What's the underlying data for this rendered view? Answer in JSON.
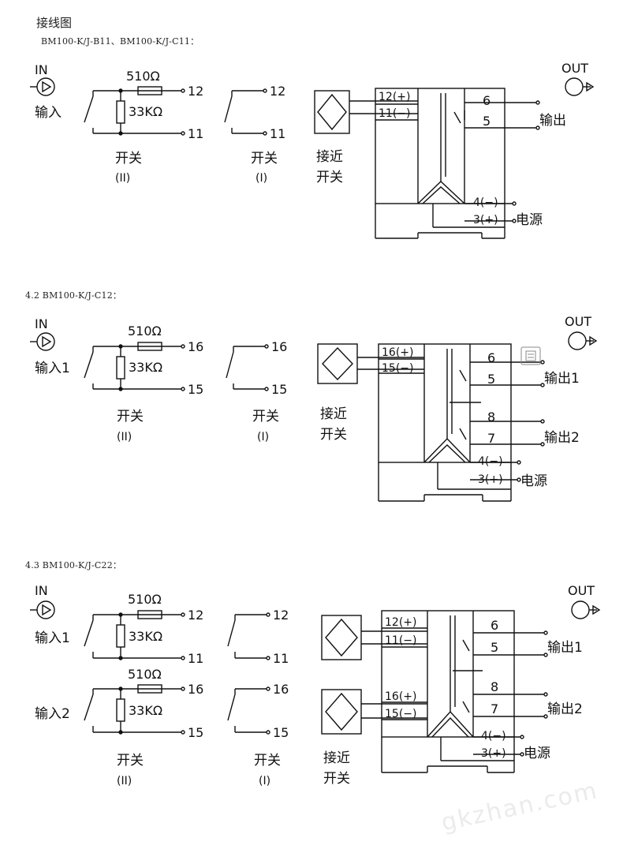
{
  "page_title": "接线图",
  "watermark": "gkzhan.com",
  "diagrams": [
    {
      "heading": "BM100-K/J-B11、BM100-K/J-C11：",
      "in_label": "IN",
      "out_label": "OUT",
      "input_label": "输入",
      "resistor_top": "510Ω",
      "resistor_mid": "33KΩ",
      "term_pos": "12",
      "term_neg": "11",
      "switch2_label": "开关",
      "switch2_sub": "(II)",
      "switch1_label": "开关",
      "switch1_sub": "(I)",
      "prox_label_1": "接近",
      "prox_label_2": "开关",
      "mod_in_pos": "12(+)",
      "mod_in_neg": "11(−)",
      "out_a": "6",
      "out_b": "5",
      "output_label": "输出",
      "pwr_neg": "4(−)",
      "pwr_pos": "3(+)",
      "power_label": "电源"
    },
    {
      "heading": "4.2 BM100-K/J-C12：",
      "in_label": "IN",
      "out_label": "OUT",
      "input_label": "输入1",
      "resistor_top": "510Ω",
      "resistor_mid": "33KΩ",
      "term_pos": "16",
      "term_neg": "15",
      "switch2_label": "开关",
      "switch2_sub": "(II)",
      "switch1_label": "开关",
      "switch1_sub": "(I)",
      "prox_label_1": "接近",
      "prox_label_2": "开关",
      "mod_in_pos": "16(+)",
      "mod_in_neg": "15(−)",
      "out1_a": "6",
      "out1_b": "5",
      "output1_label": "输出1",
      "out2_a": "8",
      "out2_b": "7",
      "output2_label": "输出2",
      "pwr_neg": "4(−)",
      "pwr_pos": "3(+)",
      "power_label": "电源"
    },
    {
      "heading": "4.3 BM100-K/J-C22：",
      "in_label": "IN",
      "out_label": "OUT",
      "input1_label": "输入1",
      "input2_label": "输入2",
      "resistor_top": "510Ω",
      "resistor_mid": "33KΩ",
      "term1_pos": "12",
      "term1_neg": "11",
      "term2_pos": "16",
      "term2_neg": "15",
      "switch2_label": "开关",
      "switch2_sub": "(II)",
      "switch1_label": "开关",
      "switch1_sub": "(I)",
      "prox_label_1": "接近",
      "prox_label_2": "开关",
      "mod_in1_pos": "12(+)",
      "mod_in1_neg": "11(−)",
      "mod_in2_pos": "16(+)",
      "mod_in2_neg": "15(−)",
      "out1_a": "6",
      "out1_b": "5",
      "output1_label": "输出1",
      "out2_a": "8",
      "out2_b": "7",
      "output2_label": "输出2",
      "pwr_neg": "4(−)",
      "pwr_pos": "3(+)",
      "power_label": "电源"
    }
  ]
}
